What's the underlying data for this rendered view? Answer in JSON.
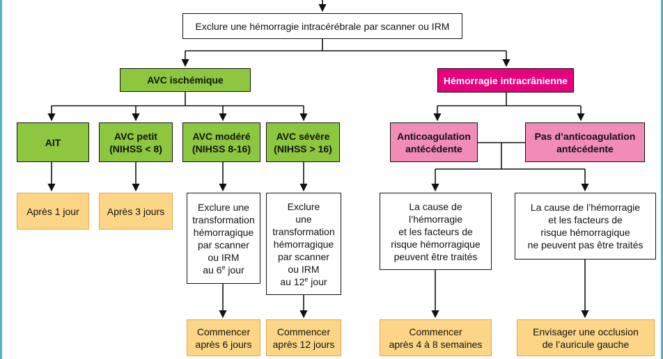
{
  "root": {
    "label": "Exclure une hémorragie intracérébrale par scanner ou IRM"
  },
  "ischemic": {
    "label": "AVC ischémique",
    "ait": {
      "label": "AIT",
      "start": "Après 1 jour"
    },
    "small": {
      "label": "AVC petit\n(NIHSS < 8)",
      "start": "Après 3 jours"
    },
    "moderate": {
      "label": "AVC modéré\n(NIHSS 8-16)",
      "exclude_text": "Exclure une\ntransformation\nhémorragique\npar scanner\nou IRM\nau 6",
      "exclude_sup": "e",
      "exclude_tail": " jour",
      "start": "Commencer\naprès 6 jours"
    },
    "severe": {
      "label": "AVC sévère\n(NIHSS > 16)",
      "exclude_text": "Exclure\nune\ntransformation\nhémorragique\npar scanner\nou IRM\nau 12",
      "exclude_sup": "e",
      "exclude_tail": " jour",
      "start": "Commencer\naprès 12 jours"
    }
  },
  "hemorrhage": {
    "label": "Hémorragie intracrânienne",
    "with_anticoag": {
      "label": "Anticoagulation\nantécédente"
    },
    "without_anticoag": {
      "label": "Pas d’anticoagulation\nantécédente"
    },
    "treatable": {
      "label": "La cause de\nl’hémorragie\net les facteurs de\nrisque hémorragique\npeuvent être traités",
      "action": "Commencer\naprès 4 à 8 semaines"
    },
    "untreatable": {
      "label": "La cause de l’hémorragie\net les facteurs de\nrisque hémorragique\nne peuvent pas être traités",
      "action": "Envisager une occlusion\nde l’auricule gauche"
    }
  },
  "colors": {
    "frame": "#4fb3bf",
    "ischemic_green": "#8dc63f",
    "hemorrhage_magenta": "#e6007e",
    "anticoag_pink": "#f08cb6",
    "action_yellow": "#fcd587"
  }
}
